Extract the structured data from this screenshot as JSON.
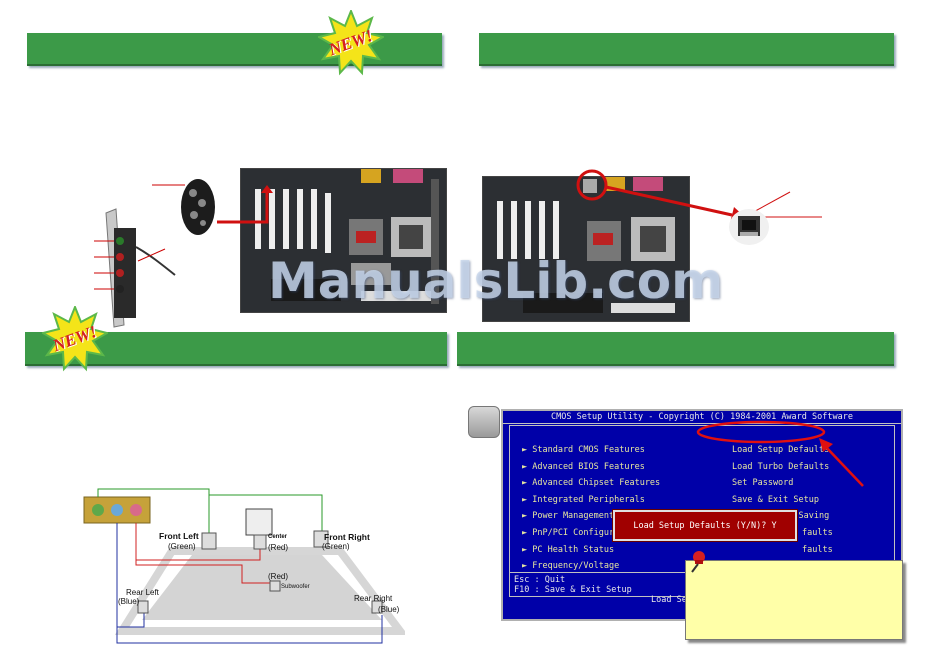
{
  "badges": {
    "new_top": "NEW!",
    "new_mid": "NEW!"
  },
  "watermark": "ManualsLib.com",
  "speaker_diagram": {
    "front_left": "Front Left",
    "front_left_color": "(Green)",
    "center": "Center",
    "center_color": "(Red)",
    "front_right": "Front Right",
    "front_right_color": "(Green)",
    "sub_color": "(Red)",
    "subwoofer": "Subwoofer",
    "rear_left": "Rear Left",
    "rear_left_color": "(Blue)",
    "rear_right": "Rear Right",
    "rear_right_color": "(Blue)"
  },
  "bios": {
    "title": "CMOS Setup Utility - Copyright (C) 1984-2001 Award Software",
    "left_menu": [
      "► Standard CMOS Features",
      "► Advanced BIOS Features",
      "► Advanced Chipset Features",
      "► Integrated Peripherals",
      "► Power Management Setup",
      "► PnP/PCI Configura",
      "► PC Health Status",
      "► Frequency/Voltage"
    ],
    "right_menu": [
      "Load Setup Defaults",
      "Load Turbo Defaults",
      "Set Password",
      "Save & Exit Setup",
      "Exit Without Saving",
      "faults",
      "faults"
    ],
    "esc": "Esc : Quit",
    "f10": "F10 : Save & Exit Setup",
    "bottom": "Load Se",
    "dialog": "Load Setup Defaults (Y/N)? Y"
  },
  "colors": {
    "green_bar": "#3c9a48",
    "bios_blue": "#0000a8",
    "dialog_red": "#a00000",
    "note_yellow": "#ffffa8"
  }
}
